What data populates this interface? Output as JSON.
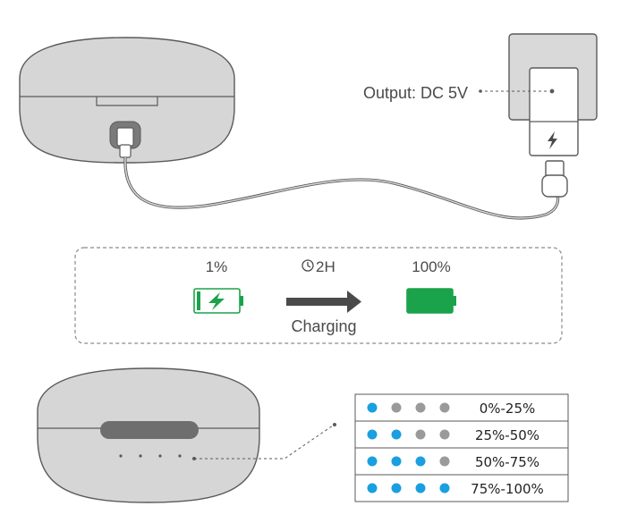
{
  "adapter": {
    "output_label": "Output: DC 5V",
    "bolt_icon": "lightning-bolt-icon"
  },
  "charging": {
    "start_percent": "1%",
    "duration": "2H",
    "duration_icon": "clock-icon",
    "end_percent": "100%",
    "arrow_label": "Charging",
    "start_battery_icon": "battery-charging-icon",
    "end_battery_icon": "battery-full-icon"
  },
  "indicator_table": {
    "rows": [
      {
        "lit": 1,
        "range": "0%-25%"
      },
      {
        "lit": 2,
        "range": "25%-50%"
      },
      {
        "lit": 3,
        "range": "50%-75%"
      },
      {
        "lit": 4,
        "range": "75%-100%"
      }
    ]
  },
  "colors": {
    "led_on": "#1a9fe0",
    "led_off": "#9a9a9a",
    "battery_green": "#1aa34a",
    "case_fill": "#d6d6d6",
    "outline": "#5a5a5a"
  }
}
